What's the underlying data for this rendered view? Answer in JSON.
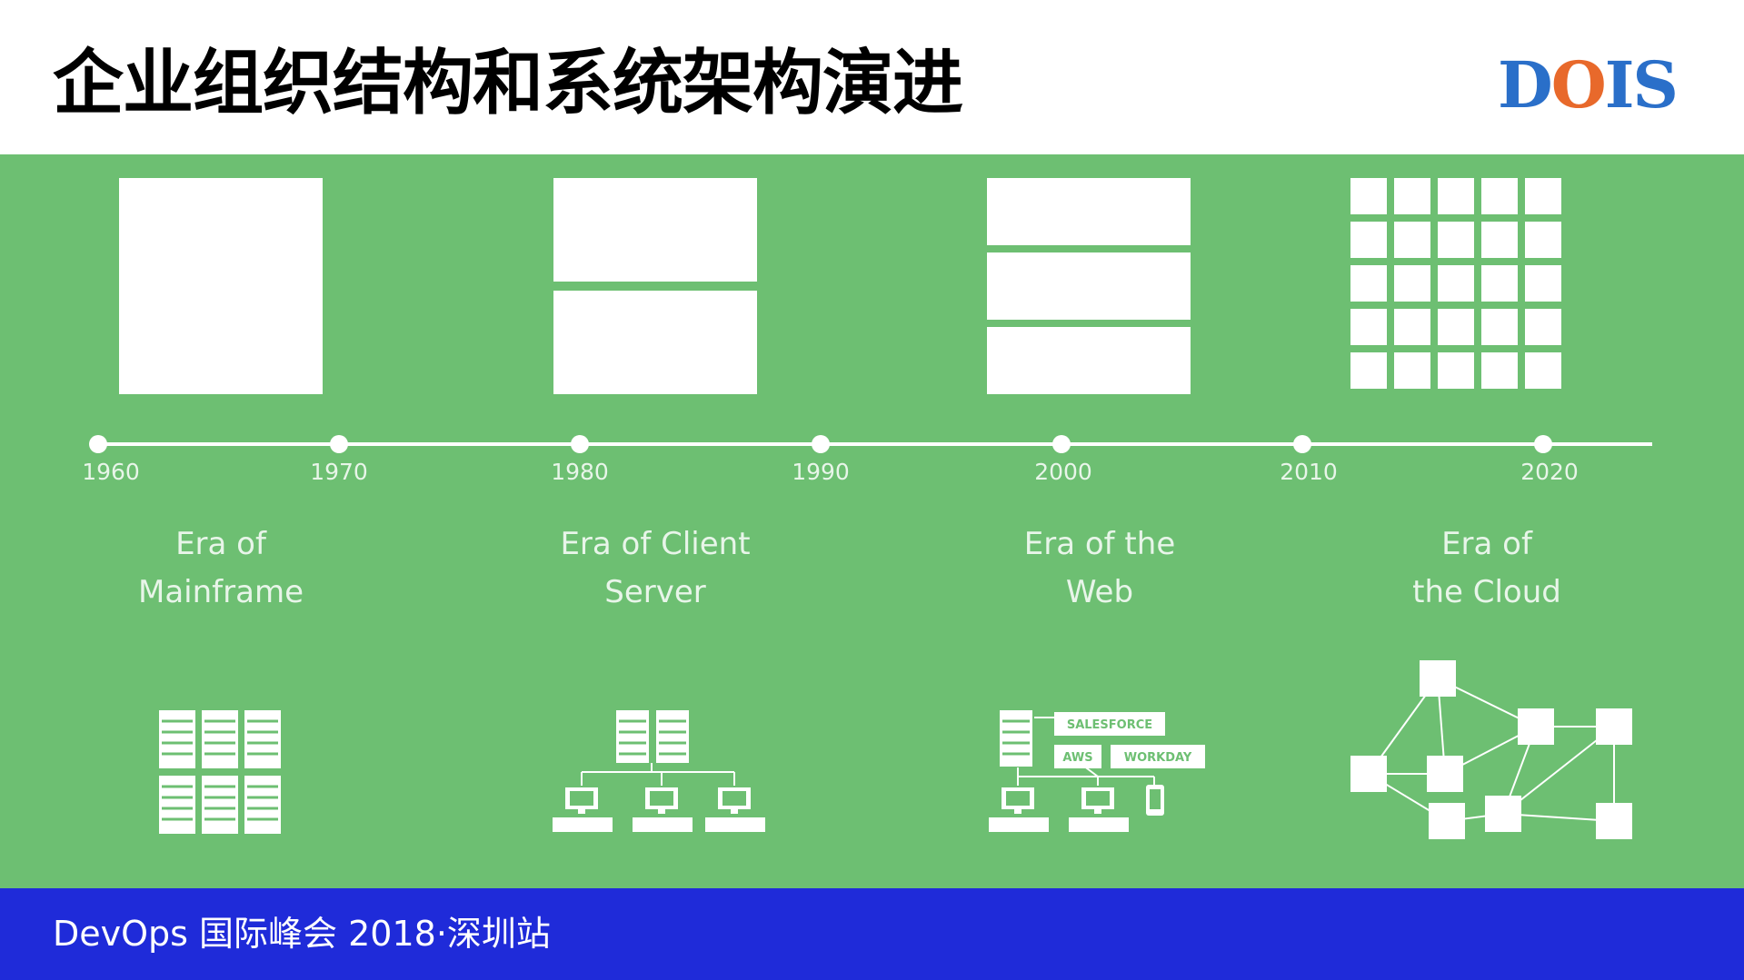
{
  "title": "企业组织结构和系统架构演进",
  "logo": {
    "text_a": "D",
    "text_o": "O",
    "text_b": "IS"
  },
  "timeline": {
    "years": [
      "1960",
      "1970",
      "1980",
      "1990",
      "2000",
      "2010",
      "2020"
    ]
  },
  "eras": [
    {
      "line1": "Era of",
      "line2": "Mainframe"
    },
    {
      "line1": "Era of Client",
      "line2": "Server"
    },
    {
      "line1": "Era of the",
      "line2": "Web"
    },
    {
      "line1": "Era of",
      "line2": "the Cloud"
    }
  ],
  "web_labels": [
    "SALESFORCE",
    "AWS",
    "WORKDAY"
  ],
  "footer": "DevOps 国际峰会 2018·深圳站",
  "colors": {
    "green": "#6dbf72",
    "footer_blue": "#1f2bd9",
    "logo_blue": "#2a6fc9",
    "logo_orange": "#e8692b"
  }
}
